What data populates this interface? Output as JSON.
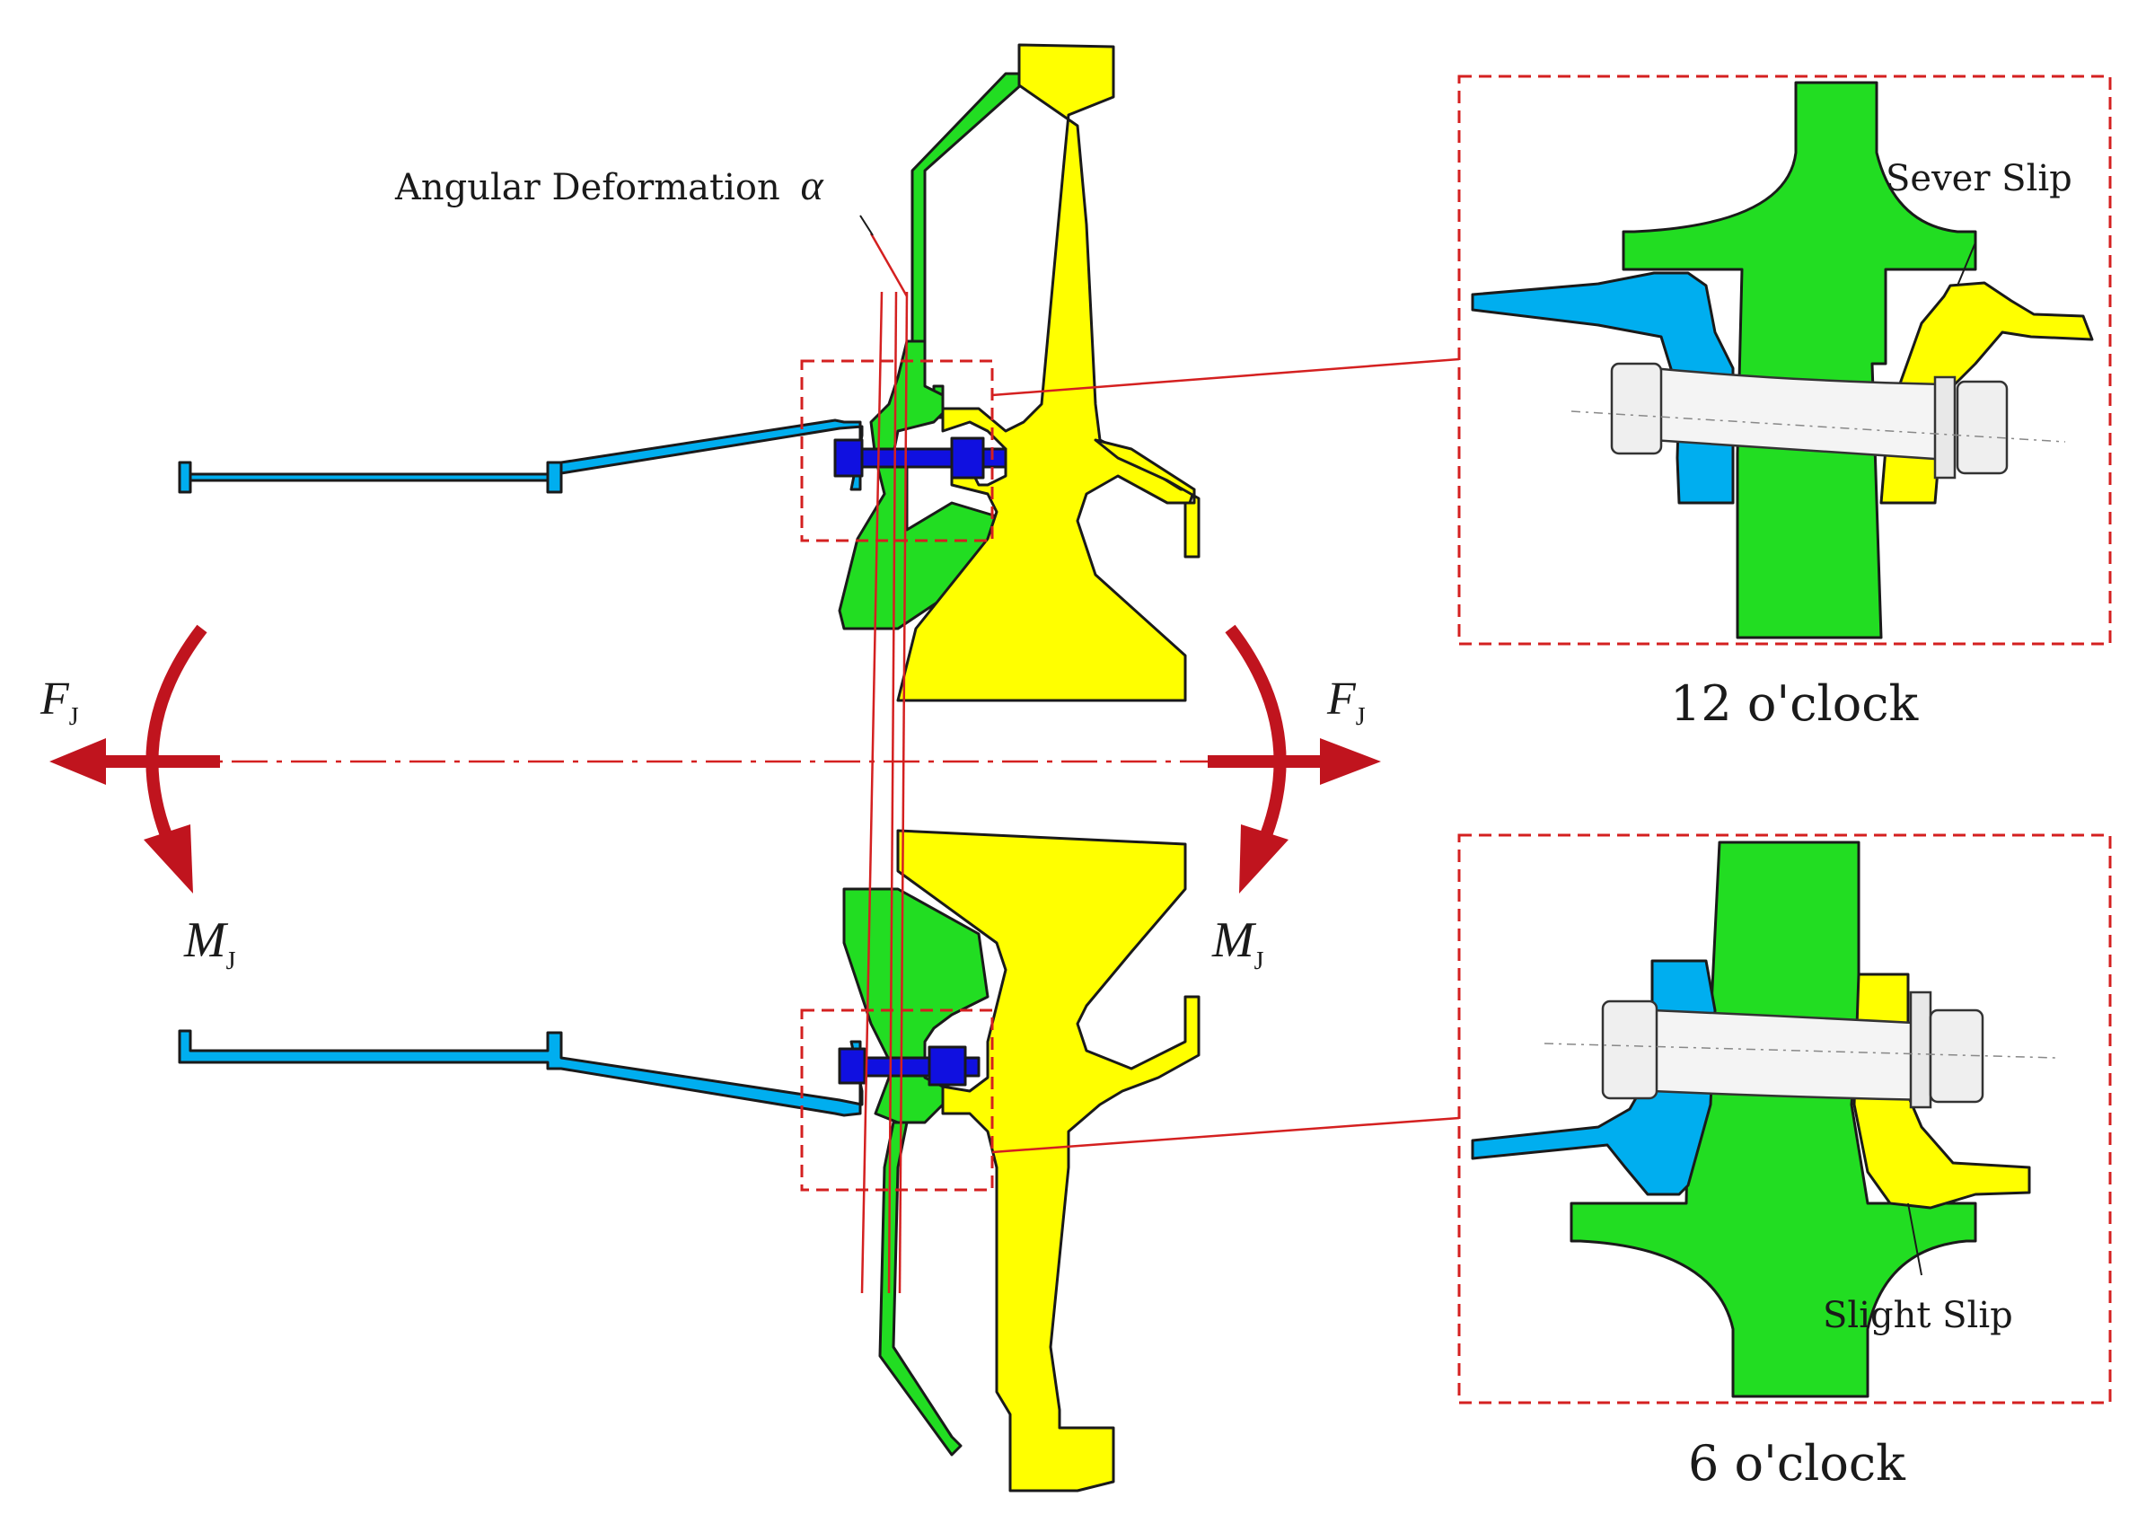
{
  "labels": {
    "angular_deformation": "Angular Deformation",
    "alpha": "α",
    "force_symbol": "F",
    "force_subscript": "J",
    "moment_symbol": "M",
    "moment_subscript": "J",
    "sever_slip": "Sever Slip",
    "slight_slip": "Slight Slip",
    "twelve_oclock": "12 o'clock",
    "six_oclock": "6 o'clock"
  },
  "colors": {
    "blue_part": "#00aeef",
    "green_part": "#22dd22",
    "yellow_part": "#ffff00",
    "bolt": "#1010e0",
    "arrow": "#c0141e",
    "guide": "#d42020",
    "outline": "#1a1a1a"
  }
}
